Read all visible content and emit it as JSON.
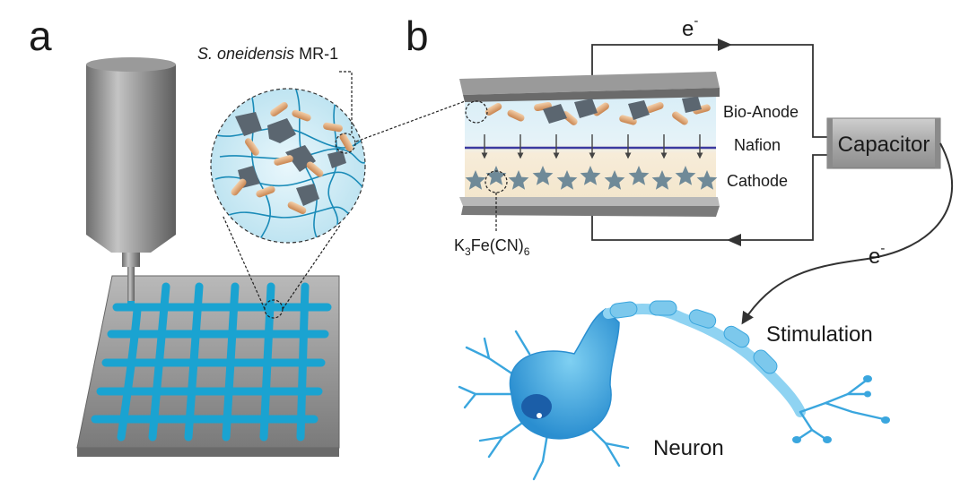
{
  "panel_a": {
    "letter": "a",
    "magnifier_label_italic": "S. oneidensis",
    "magnifier_label_rest": " MR-1"
  },
  "panel_b": {
    "letter": "b",
    "electron_top": "e",
    "electron_top_sup": "-",
    "electron_right": "e",
    "electron_right_sup": "-",
    "layer_anode": "Bio-Anode",
    "layer_nafion": "Nafion",
    "layer_cathode": "Cathode",
    "capacitor": "Capacitor",
    "mediator": {
      "k": "K",
      "k_sub": "3",
      "fe": "Fe(CN)",
      "cn_sub": "6"
    },
    "stimulation": "Stimulation",
    "neuron": "Neuron"
  },
  "colors": {
    "hydrogel": "#1aa3d1",
    "bacteria": "#d99a6c",
    "metal": "#8a8a8a",
    "nafion": "#3a3aa0",
    "neuron": "#3aa6de"
  }
}
